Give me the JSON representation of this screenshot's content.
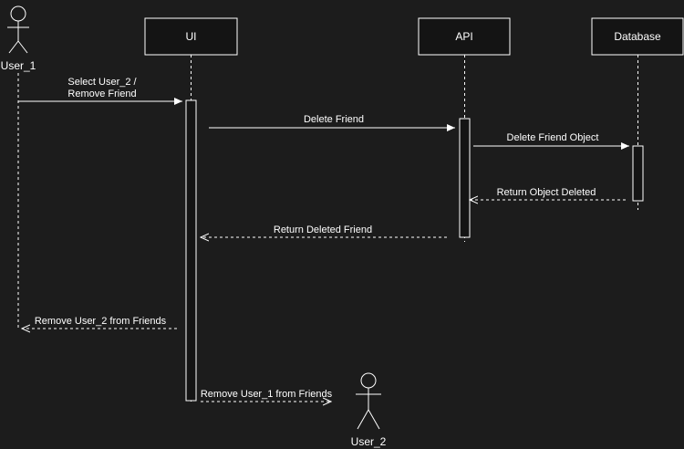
{
  "diagram": {
    "type": "sequence",
    "colors": {
      "background": "#1c1c1c",
      "stroke": "#ffffff",
      "fill_box": "#141414"
    },
    "actors": [
      {
        "id": "user_1",
        "label": "User_1"
      },
      {
        "id": "user_2",
        "label": "User_2"
      }
    ],
    "lifelines": [
      {
        "id": "ui",
        "label": "UI"
      },
      {
        "id": "api",
        "label": "API"
      },
      {
        "id": "database",
        "label": "Database"
      }
    ],
    "messages": [
      {
        "id": "select_user2",
        "from": "user_1",
        "to": "ui",
        "kind": "sync",
        "label_lines": [
          "Select User_2 /",
          "Remove Friend"
        ]
      },
      {
        "id": "delete_friend",
        "from": "ui",
        "to": "api",
        "kind": "sync",
        "label_lines": [
          "Delete Friend"
        ]
      },
      {
        "id": "delete_friend_object",
        "from": "api",
        "to": "database",
        "kind": "sync",
        "label_lines": [
          "Delete Friend Object"
        ]
      },
      {
        "id": "return_object_deleted",
        "from": "database",
        "to": "api",
        "kind": "return",
        "label_lines": [
          "Return Object Deleted"
        ]
      },
      {
        "id": "return_deleted_friend",
        "from": "api",
        "to": "ui",
        "kind": "return",
        "label_lines": [
          "Return Deleted Friend"
        ]
      },
      {
        "id": "remove_user2",
        "from": "ui",
        "to": "user_1",
        "kind": "return",
        "label_lines": [
          "Remove User_2 from Friends"
        ]
      },
      {
        "id": "remove_user1",
        "from": "ui",
        "to": "user_2",
        "kind": "return",
        "label_lines": [
          "Remove User_1 from Friends"
        ]
      }
    ]
  }
}
